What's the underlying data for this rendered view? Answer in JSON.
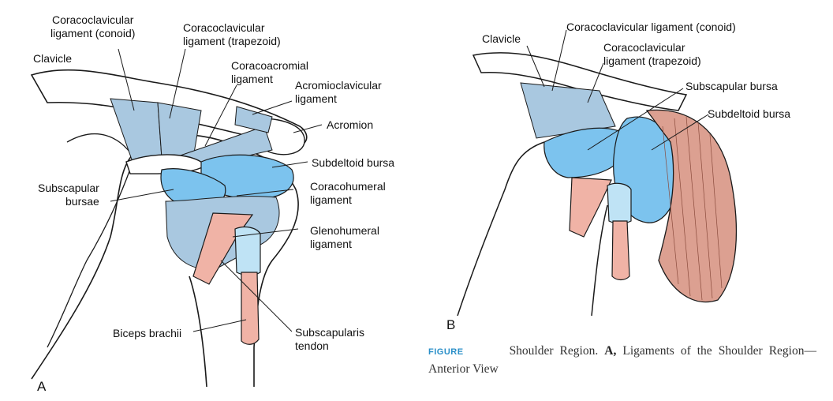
{
  "panel_a": {
    "letter": "A",
    "labels": {
      "coracoclavicular_conoid": "Coracoclavicular\nligament (conoid)",
      "coracoclavicular_trapezoid": "Coracoclavicular\nligament (trapezoid)",
      "clavicle": "Clavicle",
      "coracoacromial": "Coracoacromial\nligament",
      "acromioclavicular": "Acromioclavicular\nligament",
      "acromion": "Acromion",
      "subdeltoid_bursa": "Subdeltoid bursa",
      "subscapular_bursae": "Subscapular\nbursae",
      "coracohumeral": "Coracohumeral\nligament",
      "glenohumeral": "Glenohumeral\nligament",
      "biceps_brachii": "Biceps brachii",
      "subscapularis_tendon": "Subscapularis\ntendon"
    }
  },
  "panel_b": {
    "letter": "B",
    "labels": {
      "clavicle": "Clavicle",
      "coracoclavicular_conoid": "Coracoclavicular ligament (conoid)",
      "coracoclavicular_trapezoid": "Coracoclavicular\nligament (trapezoid)",
      "subscapular_bursa": "Subscapular bursa",
      "subdeltoid_bursa": "Subdeltoid bursa"
    }
  },
  "caption": {
    "figure_word": "FIGURE",
    "text_before": "Shoulder Region. ",
    "bold_letter": "A,",
    "text_after": " Ligaments of the Shoulder Region—Anterior View"
  },
  "colors": {
    "bursa": "#7cc3ee",
    "bursa_light": "#bfe3f5",
    "ligament": "#a9c8e0",
    "tendon": "#f0b3a6",
    "muscle": "#dca091",
    "outline": "#1a1a1a"
  }
}
